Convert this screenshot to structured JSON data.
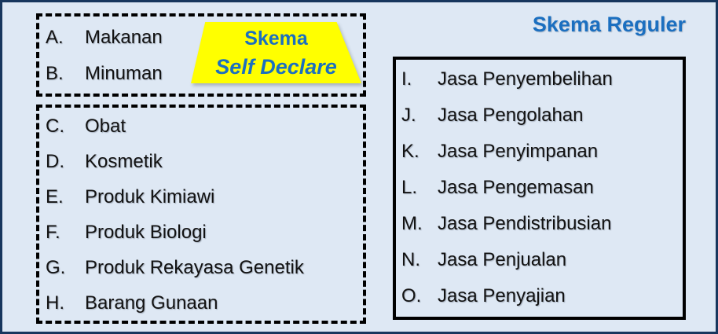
{
  "reguler_title": "Skema Reguler",
  "badge": {
    "line1": "Skema",
    "line2": "Self Declare"
  },
  "lists": {
    "food": [
      {
        "letter": "A.",
        "label": "Makanan"
      },
      {
        "letter": "B.",
        "label": "Minuman"
      }
    ],
    "non_food": [
      {
        "letter": "C.",
        "label": "Obat"
      },
      {
        "letter": "D.",
        "label": "Kosmetik"
      },
      {
        "letter": "E.",
        "label": "Produk Kimiawi"
      },
      {
        "letter": "F.",
        "label": "Produk Biologi"
      },
      {
        "letter": "G.",
        "label": "Produk Rekayasa Genetik"
      },
      {
        "letter": "H.",
        "label": "Barang Gunaan"
      }
    ],
    "services": [
      {
        "letter": "I.",
        "label": "Jasa Penyembelihan"
      },
      {
        "letter": "J.",
        "label": "Jasa Pengolahan"
      },
      {
        "letter": "K.",
        "label": "Jasa Penyimpanan"
      },
      {
        "letter": "L.",
        "label": "Jasa Pengemasan"
      },
      {
        "letter": "M.",
        "label": "Jasa Pendistribusian"
      },
      {
        "letter": "N.",
        "label": "Jasa Penjualan"
      },
      {
        "letter": "O.",
        "label": "Jasa Penyajian"
      }
    ]
  },
  "colors": {
    "canvas_background": "#dee8f4",
    "outer_border": "#17365d",
    "accent_blue": "#1b6fc0",
    "trapezoid_yellow": "#ffff00",
    "box_border": "#000000",
    "text": "#121212"
  }
}
